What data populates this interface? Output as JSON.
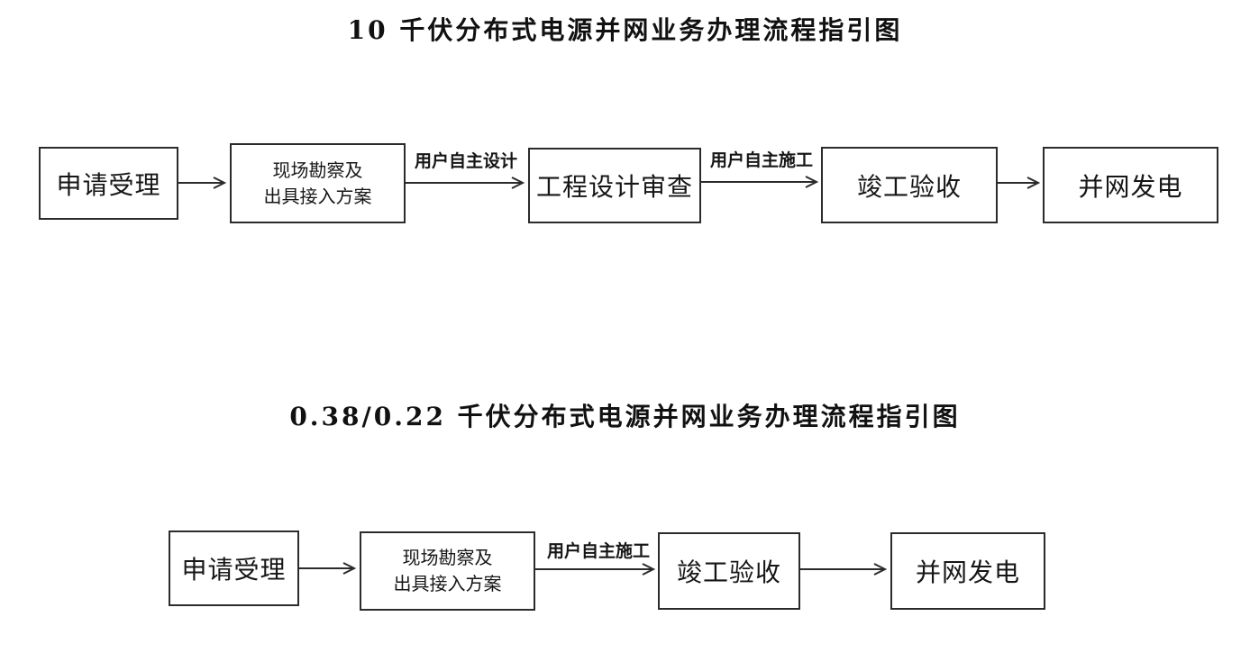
{
  "colors": {
    "background": "#ffffff",
    "line": "#2b2b2b",
    "text": "#111111"
  },
  "charts": [
    {
      "title": "10 千伏分布式电源并网业务办理流程指引图",
      "nodes": [
        [
          "申请受理"
        ],
        [
          "现场勘察及",
          "出具接入方案"
        ],
        [
          "工程设计审查"
        ],
        [
          "竣工验收"
        ],
        [
          "并网发电"
        ]
      ],
      "edge_labels": [
        "用户自主设计",
        "用户自主施工"
      ]
    },
    {
      "title": "0.38/0.22 千伏分布式电源并网业务办理流程指引图",
      "nodes": [
        [
          "申请受理"
        ],
        [
          "现场勘察及",
          "出具接入方案"
        ],
        [
          "竣工验收"
        ],
        [
          "并网发电"
        ]
      ],
      "edge_labels": [
        "用户自主施工"
      ]
    }
  ]
}
